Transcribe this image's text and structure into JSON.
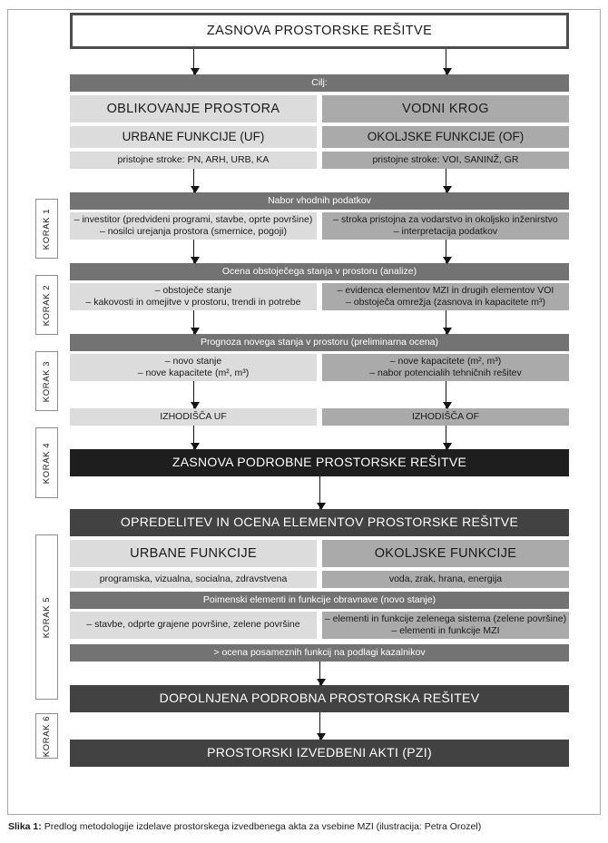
{
  "figure": {
    "caption_prefix": "Slika 1:",
    "caption_text": " Predlog metodologije izdelave prostorskega izvedbenega akta za vsebine MZI (ilustracija: Petra Orozel)"
  },
  "steps": {
    "k1": "KORAK 1",
    "k2": "KORAK 2",
    "k3": "KORAK 3",
    "k4": "KORAK 4",
    "k5": "KORAK 5",
    "k6": "KORAK 6"
  },
  "flow": {
    "title": "ZASNOVA PROSTORSKE REŠITVE",
    "cilj": "Cilj:",
    "goal_left": "OBLIKOVANJE PROSTORA",
    "goal_right": "VODNI KROG",
    "func_left": "URBANE FUNKCIJE (UF)",
    "func_right": "OKOLJSKE FUNKCIJE (OF)",
    "prof_left": "pristojne stroke: PN, ARH, URB, KA",
    "prof_right": "pristojne stroke: VOI, SANINŽ, GR",
    "step1_head": "Nabor vhodnih podatkov",
    "step1_left_l1": "– investitor (predvideni programi, stavbe, oprte površine)",
    "step1_left_l2": "– nosilci urejanja prostora (smernice, pogoji)",
    "step1_right_l1": "– stroka pristojna za vodarstvo in okoljsko inženirstvo",
    "step1_right_l2": "– interpretacija podatkov",
    "step2_head": "Ocena obstoječega stanja v prostoru (analize)",
    "step2_left_l1": "– obstoječe stanje",
    "step2_left_l2": "– kakovosti in omejitve v prostoru, trendi in potrebe",
    "step2_right_l1": "– evidenca elementov MZI in drugih elementov VOI",
    "step2_right_l2": "– obstoječa omrežja (zasnova in kapacitete m³)",
    "step3_head": "Prognoza novega stanja v prostoru (preliminarna ocena)",
    "step3_left_l1": "– novo stanje",
    "step3_left_l2": "– nove kapacitete (m², m³)",
    "step3_right_l1": "– nove kapacitete (m², m³)",
    "step3_right_l2": "– nabor potencialih tehničnih rešitev",
    "step4_left": "IZHODIŠČA UF",
    "step4_right": "IZHODIŠČA OF",
    "step4_result": "ZASNOVA PODROBNE PROSTORSKE REŠITVE",
    "step5_head": "OPREDELITEV IN OCENA ELEMENTOV PROSTORSKE REŠITVE",
    "step5_func_left": "URBANE FUNKCIJE",
    "step5_func_right": "OKOLJSKE FUNKCIJE",
    "step5_items_left": "programska, vizualna, socialna, zdravstvena",
    "step5_items_right": "voda, zrak, hrana, energija",
    "step5_named": "Poimenski elementi in funkcije obravnave (novo stanje)",
    "step5_named_left": "– stavbe, odprte grajene površine, zelene površine",
    "step5_named_right_l1": "– elementi in funkcije zelenega sistema (zelene površine)",
    "step5_named_right_l2": "– elementi in funkcije MZI",
    "step5_eval": "> ocena posameznih funkcij  na podlagi kazalnikov",
    "step6_result": "DOPOLNJENA PODROBNA PROSTORSKA REŠITEV",
    "final": "PROSTORSKI IZVEDBENI AKTI (PZI)"
  },
  "colors": {
    "light_gray": "#dcdcdc",
    "medium_gray": "#aaaaaa",
    "header_gray": "#737373",
    "dark_gray": "#424242",
    "near_black": "#1e1e1e",
    "frame_border": "#a8a8a8"
  }
}
